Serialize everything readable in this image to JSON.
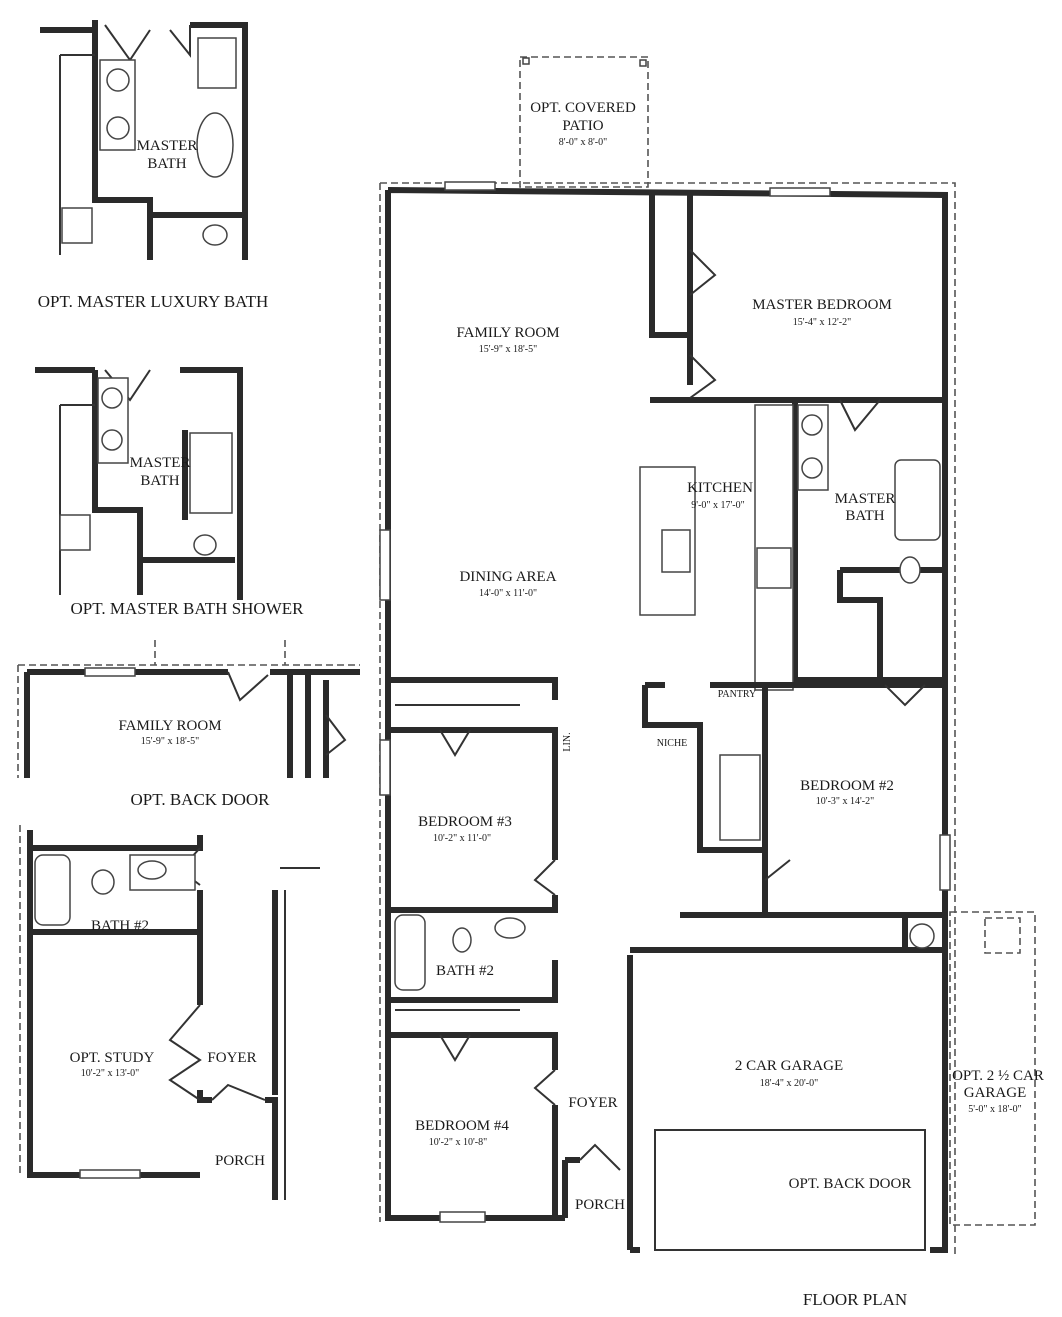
{
  "main_plan": {
    "title": "FLOOR PLAN",
    "rooms": {
      "covered_patio": {
        "name_line1": "OPT. COVERED",
        "name_line2": "PATIO",
        "size": "8'-0\" x 8'-0\""
      },
      "family_room": {
        "name": "FAMILY ROOM",
        "size": "15'-9\" x 18'-5\""
      },
      "master_bedroom": {
        "name": "MASTER BEDROOM",
        "size": "15'-4\" x 12'-2\""
      },
      "kitchen": {
        "name": "KITCHEN",
        "size": "9'-0\" x 17'-0\""
      },
      "master_bath": {
        "name_line1": "MASTER",
        "name_line2": "BATH"
      },
      "dining_area": {
        "name": "DINING AREA",
        "size": "14'-0\" x 11'-0\""
      },
      "pantry": {
        "name": "PANTRY"
      },
      "niche": {
        "name": "NICHE"
      },
      "linen": {
        "name": "LIN."
      },
      "bedroom_2": {
        "name": "BEDROOM #2",
        "size": "10'-3\" x 14'-2\""
      },
      "bedroom_3": {
        "name": "BEDROOM #3",
        "size": "10'-2\" x 11'-0\""
      },
      "bath_2": {
        "name": "BATH #2"
      },
      "bedroom_4": {
        "name": "BEDROOM #4",
        "size": "10'-2\" x 10'-8\""
      },
      "foyer": {
        "name": "FOYER"
      },
      "porch": {
        "name": "PORCH"
      },
      "garage": {
        "name": "2 CAR GARAGE",
        "size": "18'-4\" x 20'-0\""
      },
      "opt_garage": {
        "name_line1": "OPT. 2 ½ CAR",
        "name_line2": "GARAGE",
        "size": "5'-0\" x 18'-0\""
      },
      "opt_back_door": {
        "name": "OPT. BACK DOOR"
      }
    }
  },
  "options": {
    "luxury_bath": {
      "caption": "OPT. MASTER LUXURY BATH",
      "room_line1": "MASTER",
      "room_line2": "BATH"
    },
    "bath_shower": {
      "caption": "OPT. MASTER BATH SHOWER",
      "room_line1": "MASTER",
      "room_line2": "BATH"
    },
    "back_door": {
      "caption": "OPT. BACK DOOR",
      "room": "FAMILY ROOM",
      "size": "15'-9\" x 18'-5\""
    },
    "study": {
      "bath": "BATH #2",
      "room": "OPT. STUDY",
      "size": "10'-2\" x 13'-0\"",
      "foyer": "FOYER",
      "porch": "PORCH"
    }
  }
}
